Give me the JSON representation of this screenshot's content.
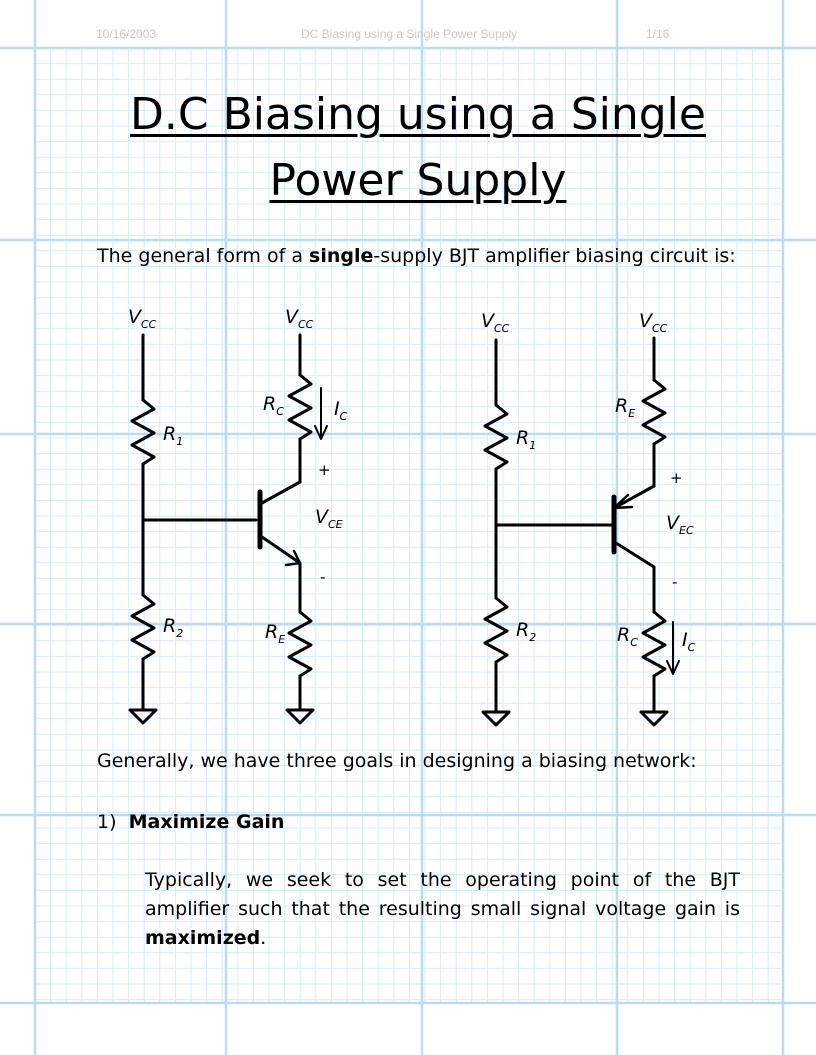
{
  "header": {
    "date": "10/16/2003",
    "doc_title": "DC Biasing using a Single Power Supply",
    "page": "1/16"
  },
  "title": {
    "line1": "D.C Biasing using a Single",
    "line2": "Power Supply"
  },
  "intro": {
    "pre": "The general form of a ",
    "bold": "single",
    "post": "-supply BJT amplifier biasing circuit is:"
  },
  "circuit_npn": {
    "vcc_left": "V",
    "vcc_left_sub": "CC",
    "vcc_right": "V",
    "vcc_right_sub": "CC",
    "r1": "R",
    "r1_sub": "1",
    "r2": "R",
    "r2_sub": "2",
    "rc": "R",
    "rc_sub": "C",
    "re": "R",
    "re_sub": "E",
    "ic": "I",
    "ic_sub": "C",
    "vce": "V",
    "vce_sub": "CE",
    "plus": "+",
    "minus": "-"
  },
  "circuit_pnp": {
    "vcc_left": "V",
    "vcc_left_sub": "CC",
    "vcc_right": "V",
    "vcc_right_sub": "CC",
    "r1": "R",
    "r1_sub": "1",
    "r2": "R",
    "r2_sub": "2",
    "re": "R",
    "re_sub": "E",
    "rc": "R",
    "rc_sub": "C",
    "ic": "I",
    "ic_sub": "C",
    "vec": "V",
    "vec_sub": "EC",
    "plus": "+",
    "minus": "-"
  },
  "goals_intro": "Generally, we have three goals in designing a biasing network:",
  "goal1": {
    "number": "1)",
    "label": "Maximize Gain"
  },
  "goal1_text": {
    "line1": "Typically, we seek to set the operating point of the BJT",
    "line2": "amplifier such that the resulting small signal voltage gain is",
    "bold": "maximized",
    "end": "."
  }
}
